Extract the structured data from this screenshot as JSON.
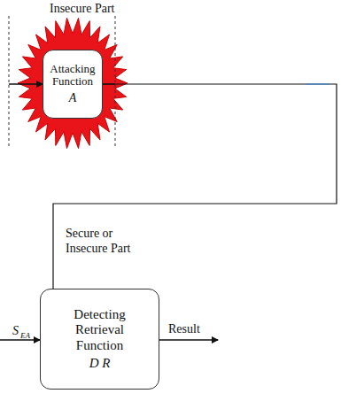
{
  "diagram": {
    "nodes": [
      {
        "text": [
          "Attacking Function",
          "A"
        ]
      },
      {
        "text": [
          "Detecting Retrieval Function",
          "D R"
        ]
      }
    ],
    "edges": [
      {
        "from": 0,
        "to": 1,
        "arrow": "none"
      }
    ],
    "labels": [
      "Insecure Part",
      "Secure or Insecure Part",
      "S",
      "EA",
      "Result"
    ]
  }
}
